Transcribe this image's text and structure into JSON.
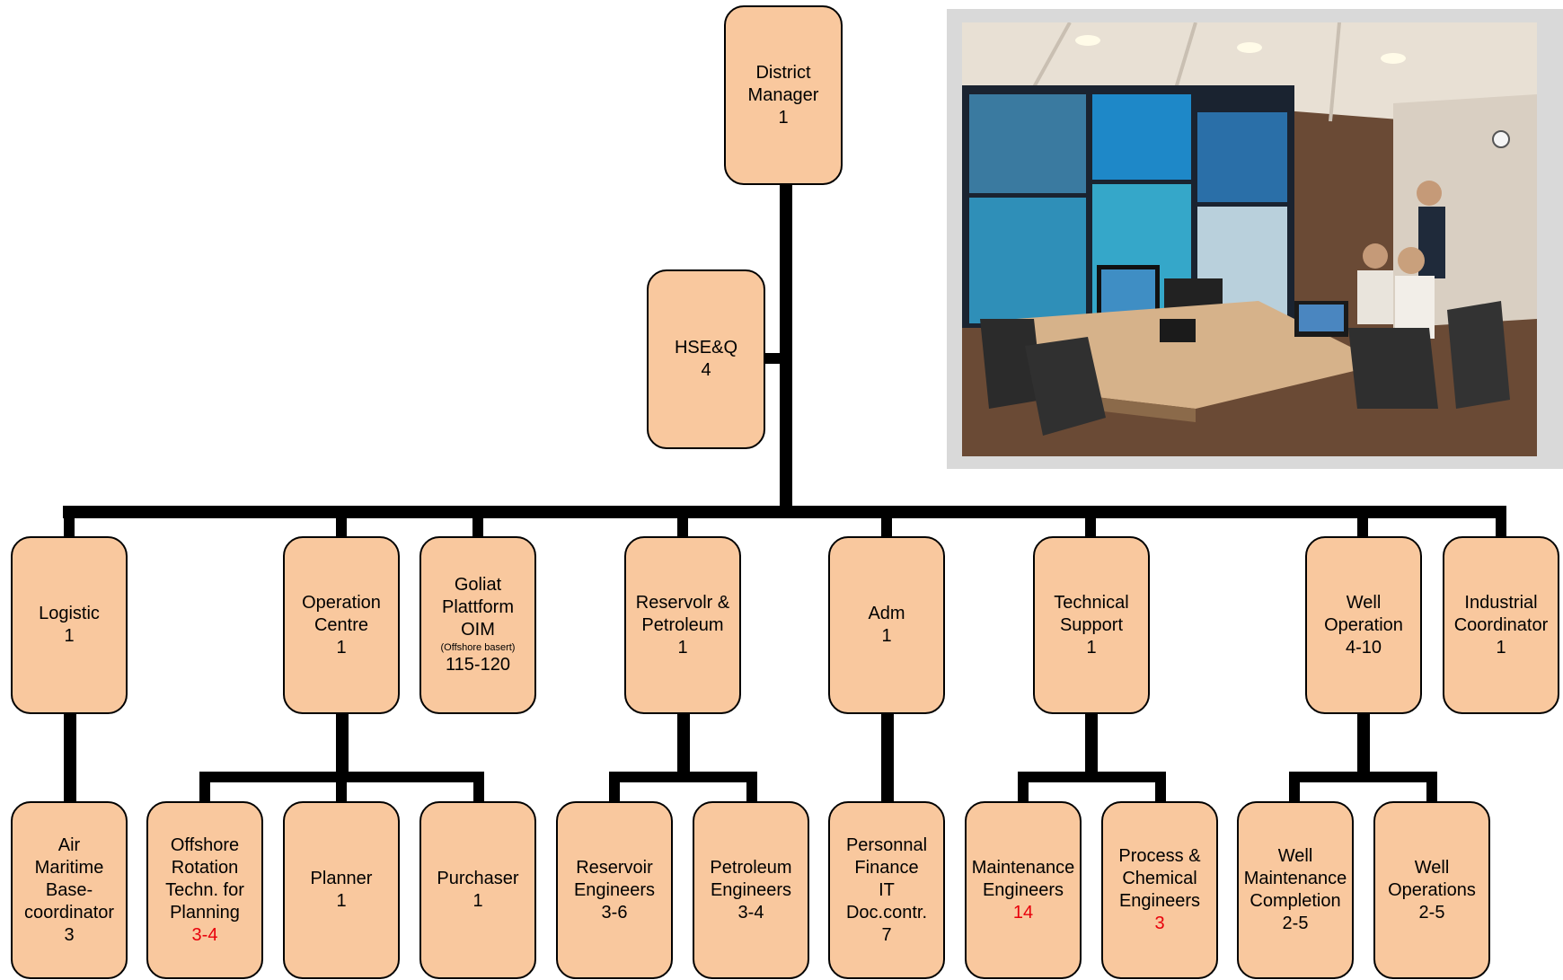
{
  "diagram": {
    "root": {
      "lines": [
        "District",
        "Manager",
        "1"
      ]
    },
    "staff": {
      "lines": [
        "HSE&Q",
        "4"
      ]
    },
    "departments": [
      {
        "id": "logistic",
        "lines": [
          "Logistic",
          "1"
        ]
      },
      {
        "id": "operation-centre",
        "lines": [
          "Operation",
          "Centre",
          "1"
        ]
      },
      {
        "id": "goliat",
        "lines": [
          "Goliat",
          "Plattform",
          "OIM"
        ],
        "note": "(Offshore basert)",
        "count": "115-120"
      },
      {
        "id": "reservoir-petroleum",
        "lines": [
          "Reservolr &",
          "Petroleum",
          "1"
        ]
      },
      {
        "id": "adm",
        "lines": [
          "Adm",
          "1"
        ]
      },
      {
        "id": "technical-support",
        "lines": [
          "Technical",
          "Support",
          "1"
        ]
      },
      {
        "id": "well-operation",
        "lines": [
          "Well",
          "Operation",
          "4-10"
        ]
      },
      {
        "id": "industrial-coordinator",
        "lines": [
          "Industrial",
          "Coordinator",
          "1"
        ]
      }
    ],
    "sub_units": [
      {
        "id": "air-maritime",
        "lines": [
          "Air",
          "Maritime",
          "Base-",
          "coordinator",
          "3"
        ]
      },
      {
        "id": "offshore-rotation",
        "lines": [
          "Offshore",
          "Rotation",
          "Techn. for",
          "Planning"
        ],
        "count": "3-4",
        "count_color": "#e8000b"
      },
      {
        "id": "planner",
        "lines": [
          "Planner",
          "1"
        ]
      },
      {
        "id": "purchaser",
        "lines": [
          "Purchaser",
          "1"
        ]
      },
      {
        "id": "reservoir-engineers",
        "lines": [
          "Reservoir",
          "Engineers",
          "3-6"
        ]
      },
      {
        "id": "petroleum-engineers",
        "lines": [
          "Petroleum",
          "Engineers",
          "3-4"
        ]
      },
      {
        "id": "personnal-finance",
        "lines": [
          "Personnal",
          "Finance",
          "IT",
          "Doc.contr.",
          "7"
        ]
      },
      {
        "id": "maintenance-engineers",
        "lines": [
          "Maintenance",
          "Engineers"
        ],
        "count": "14",
        "count_color": "#e8000b"
      },
      {
        "id": "process-chemical",
        "lines": [
          "Process &",
          "Chemical",
          "Engineers"
        ],
        "count": "3",
        "count_color": "#e8000b"
      },
      {
        "id": "well-maintenance",
        "lines": [
          "Well",
          "Maintenance",
          "Completion",
          "2-5"
        ]
      },
      {
        "id": "well-operations",
        "lines": [
          "Well",
          "Operations",
          "2-5"
        ]
      }
    ],
    "colors": {
      "box_fill": "#f9c89e",
      "connector": "#000000",
      "highlight": "#e8000b"
    }
  },
  "photo": {
    "subject": "control-room-photo"
  }
}
